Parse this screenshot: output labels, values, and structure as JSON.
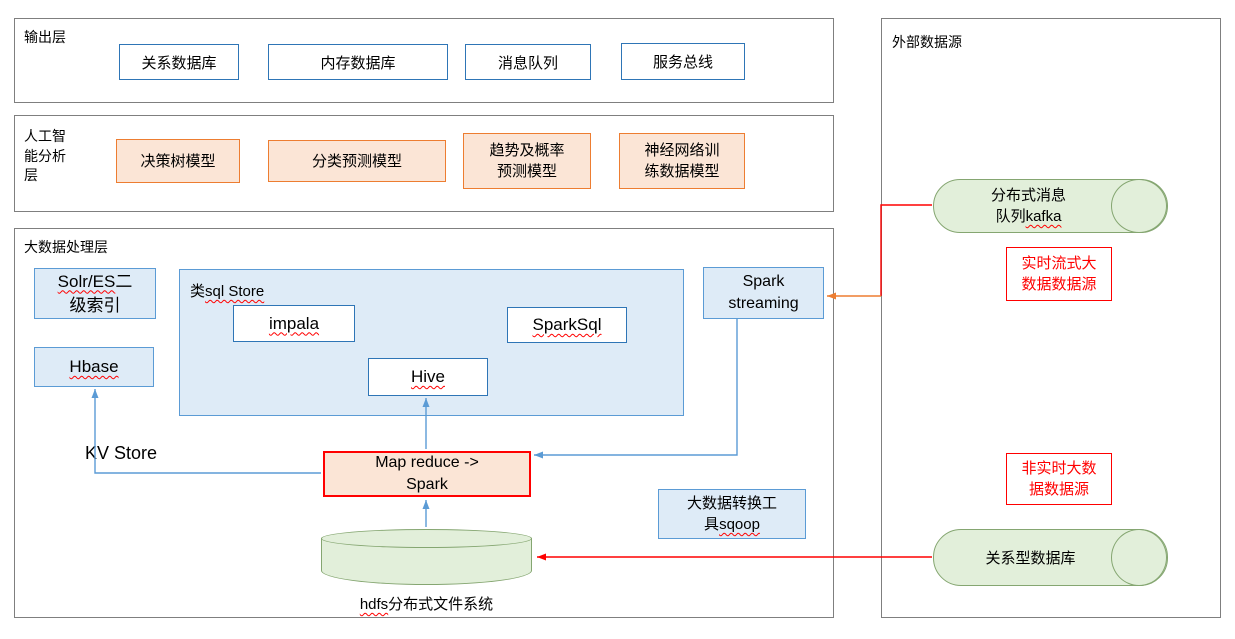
{
  "output_layer": {
    "title": "输出层",
    "items": [
      "关系数据库",
      "内存数据库",
      "消息队列",
      "服务总线"
    ]
  },
  "ai_layer": {
    "title_lines": [
      "人工智",
      "能分析",
      "层"
    ],
    "items": [
      {
        "lines": [
          "决策树模型"
        ]
      },
      {
        "lines": [
          "分类预测模型"
        ]
      },
      {
        "lines": [
          "趋势及概率",
          "预测模型"
        ]
      },
      {
        "lines": [
          "神经网络训",
          "练数据模型"
        ]
      }
    ]
  },
  "processing_layer": {
    "title": "大数据处理层",
    "solr": {
      "en": "Solr/ES",
      "cn_tail": "二",
      "line2": "级索引"
    },
    "hbase": "Hbase",
    "sql_store": {
      "label_cn": "类",
      "label_en": "sql Store",
      "impala": "impala",
      "sparksql": "SparkSql",
      "hive": "Hive"
    },
    "spark_streaming": {
      "line1": "Spark",
      "line2": "streaming"
    },
    "kv_store": "KV Store",
    "map_reduce": {
      "line1": "Map reduce ->",
      "line2": "Spark"
    },
    "sqoop": {
      "line1": "大数据转换工",
      "line2_cn": "具",
      "line2_en": "sqoop"
    },
    "hdfs": {
      "label_en": "hdfs",
      "label_cn": "分布式文件系统"
    }
  },
  "external_panel": {
    "title": "外部数据源",
    "kafka": {
      "line1": "分布式消息",
      "line2_cn": "队列",
      "line2_en": "kafka"
    },
    "realtime_source": {
      "line1": "实时流式大",
      "line2": "数据数据源"
    },
    "batch_source": {
      "line1": "非实时大数",
      "line2": "据数据源"
    },
    "rdb": "关系型数据库"
  },
  "colors": {
    "gray_border": "#7F7F7F",
    "blue_border": "#2E75B6",
    "panel_blue": "#5B9BD5",
    "light_blue": "#DEEBF7",
    "orange_border": "#ED7D31",
    "peach_fill": "#FBE5D6",
    "green_fill": "#E2EFDA",
    "green_border": "#85A671",
    "red": "#FF0000"
  }
}
